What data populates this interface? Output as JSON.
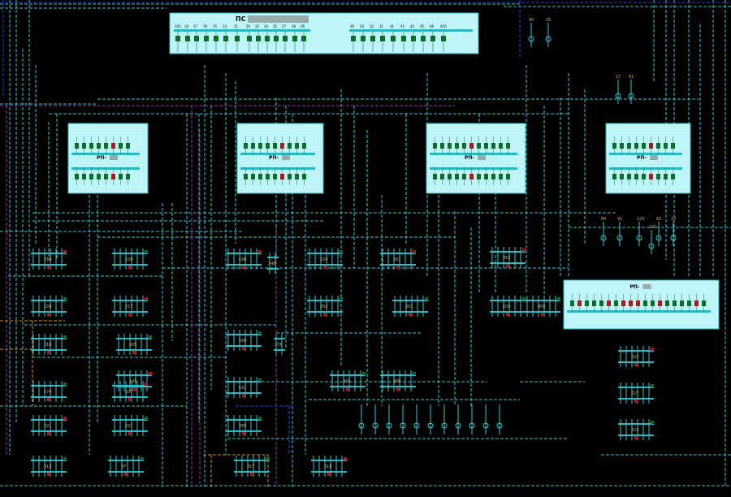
{
  "main_substation": {
    "title": "ПС",
    "bays": [
      "101",
      "14",
      "17",
      "19",
      "15",
      "13",
      "11",
      "20",
      "22",
      "24",
      "25",
      "27",
      "28",
      "26",
      "30",
      "33",
      "32",
      "31",
      "41",
      "42",
      "43",
      "45",
      "46",
      "416"
    ]
  },
  "rp_panels": [
    {
      "id": "rp1",
      "label": "РП-"
    },
    {
      "id": "rp2",
      "label": "РП-"
    },
    {
      "id": "rp3",
      "label": "РП-"
    },
    {
      "id": "rp4",
      "label": "РП-"
    },
    {
      "id": "rp5",
      "label": "РП-"
    }
  ],
  "tp_nodes": [
    {
      "num": "218"
    },
    {
      "num": "220"
    },
    {
      "num": "226"
    },
    {
      "num": "217"
    },
    {
      "num": "210"
    },
    {
      "num": "205"
    },
    {
      "num": "196"
    },
    {
      "num": "346"
    },
    {
      "num": "224"
    },
    {
      "num": "301"
    },
    {
      "num": "202"
    },
    {
      "num": "201"
    },
    {
      "num": "145"
    },
    {
      "num": "174"
    },
    {
      "num": "160"
    },
    {
      "num": "176"
    },
    {
      "num": "204"
    },
    {
      "num": "200"
    },
    {
      "num": "107"
    },
    {
      "num": "191"
    },
    {
      "num": "285"
    },
    {
      "num": "221"
    },
    {
      "num": "221"
    },
    {
      "num": "317"
    },
    {
      "num": "318"
    },
    {
      "num": "313"
    },
    {
      "num": "97"
    },
    {
      "num": "263"
    },
    {
      "num": "104"
    },
    {
      "num": "405"
    },
    {
      "num": "222"
    },
    {
      "num": "227"
    },
    {
      "num": "223"
    }
  ],
  "small_labels": [
    "90",
    "25",
    "27",
    "61",
    "60",
    "91",
    "125",
    "242",
    "82",
    "27"
  ],
  "colors": {
    "background": "#000000",
    "panel": "#bff5f7",
    "bus": "#2bb8c0",
    "line": "#35c6cd",
    "switch_on": "#0b6b24",
    "switch_off": "#b3121a",
    "magenta": "#9c2fa0",
    "blue": "#2b3ad9",
    "orange": "#d88f1a"
  }
}
